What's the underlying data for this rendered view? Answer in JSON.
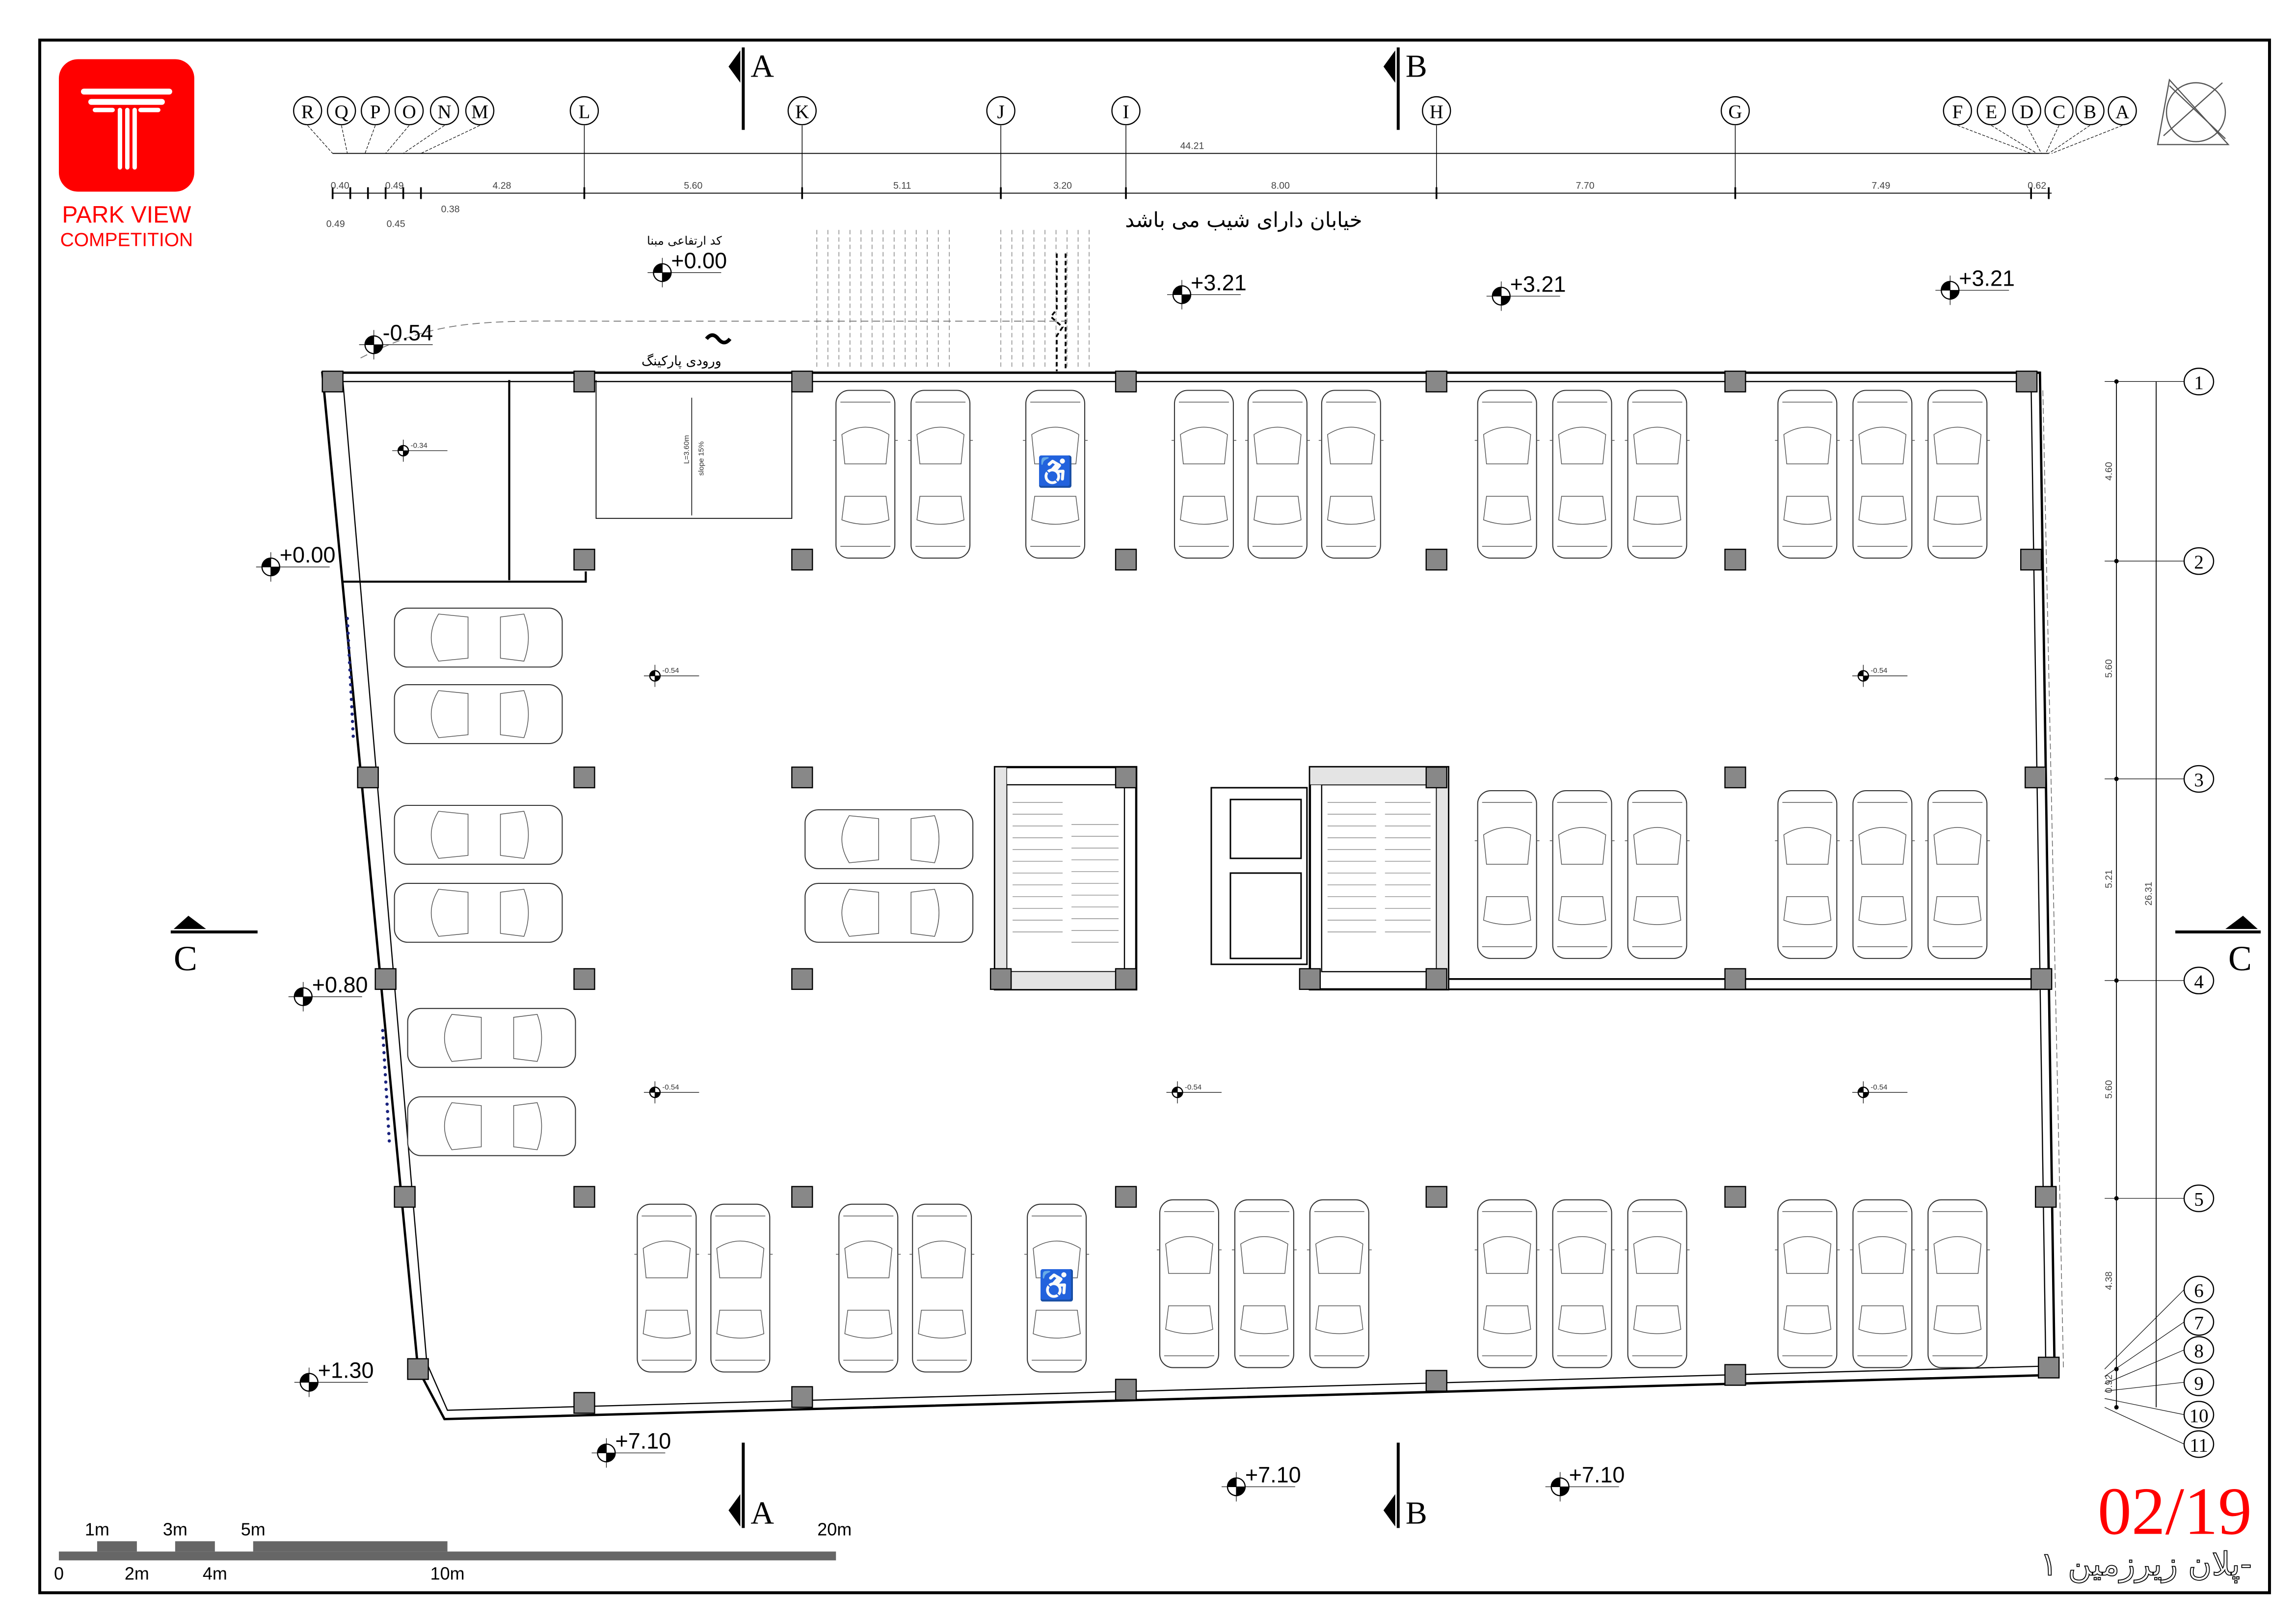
{
  "logo": {
    "line1": "PARK VIEW",
    "line2": "COMPETITION",
    "color": "#ff0000"
  },
  "sheet": {
    "number": "02/19",
    "title": "پلان زیرزمین ۱-",
    "number_color": "#ff0000"
  },
  "grid_columns": [
    "R",
    "Q",
    "P",
    "O",
    "N",
    "M",
    "L",
    "K",
    "J",
    "I",
    "H",
    "G",
    "F",
    "E",
    "D",
    "C",
    "B",
    "A"
  ],
  "grid_rows": [
    "1",
    "2",
    "3",
    "4",
    "5",
    "6",
    "7",
    "8",
    "9",
    "10",
    "11"
  ],
  "top_dimensions": {
    "total": "44.21",
    "segments": [
      "0.40",
      "0.49",
      "4.28",
      "5.60",
      "5.11",
      "3.20",
      "8.00",
      "7.70",
      "7.49",
      "0.62"
    ],
    "sub": [
      "0.49",
      "0.45",
      "0.38"
    ]
  },
  "side_dimensions": {
    "segments": [
      "4.60",
      "5.60",
      "5.21",
      "5.60",
      "4.38",
      "0.92"
    ],
    "total": "26.31"
  },
  "sections": {
    "a": "A",
    "b": "B",
    "c": "C"
  },
  "notes": {
    "street_slope": "خیابان دارای شیب می باشد",
    "datum_level": "کد ارتفاعی مبنا",
    "parking_entrance": "ورودی پارکینگ",
    "ramp_length": "L=3.60m",
    "ramp_slope": "slope 15%"
  },
  "levels": {
    "datum": "+0.00",
    "street": [
      "+3.21",
      "+3.21",
      "+3.21"
    ],
    "entrance": "-0.54",
    "left": [
      "+0.00",
      "+0.80",
      "+1.30"
    ],
    "bottom": [
      "+7.10",
      "+7.10",
      "+7.10"
    ],
    "floor": "-0.54",
    "ramp": "-0.34"
  },
  "scale_bar": {
    "top": [
      "1m",
      "3m",
      "5m",
      "20m"
    ],
    "bottom": [
      "0",
      "2m",
      "4m",
      "10m"
    ]
  }
}
